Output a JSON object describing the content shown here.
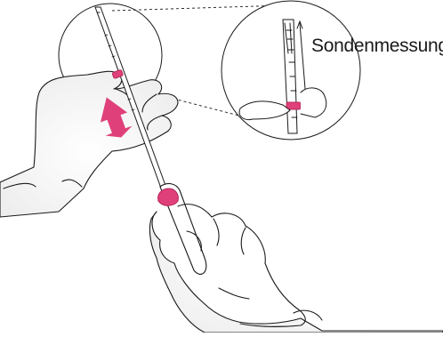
{
  "diagram": {
    "callout_label": "Sondenmessung",
    "colors": {
      "line": "#1a1a1a",
      "glove_shade": "#eeeeee",
      "accent": "#e0407a",
      "accent_dark": "#b8285c"
    },
    "icons": [
      "double-headed-arrow-icon",
      "probe-instrument",
      "gloved-hand"
    ]
  }
}
